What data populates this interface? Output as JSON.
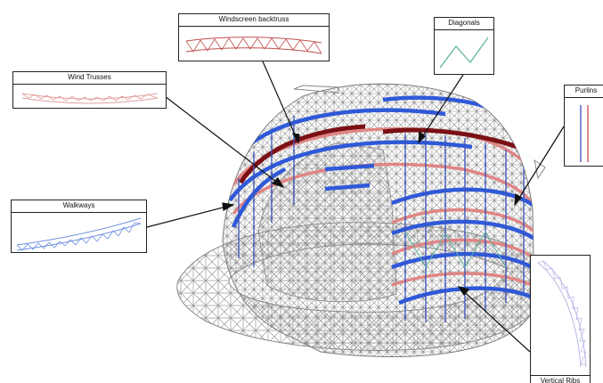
{
  "callouts": {
    "windscreen_backtruss": "Windscreen backtruss",
    "wind_trusses": "Wind Trusses",
    "diagonals": "Diagonals",
    "purlins": "Purlins",
    "walkways": "Walkways",
    "vertical_ribs": "Vertical Ribs"
  },
  "colors": {
    "wireframe": "#9a9a9a",
    "purlin_blue": "#2f59d8",
    "wind_truss_pink": "#e08585",
    "backtruss_darkred": "#7a1015",
    "rib_blue": "#3d55b8",
    "diagonal_teal": "#5fb3a0",
    "leader_line": "#111111"
  }
}
